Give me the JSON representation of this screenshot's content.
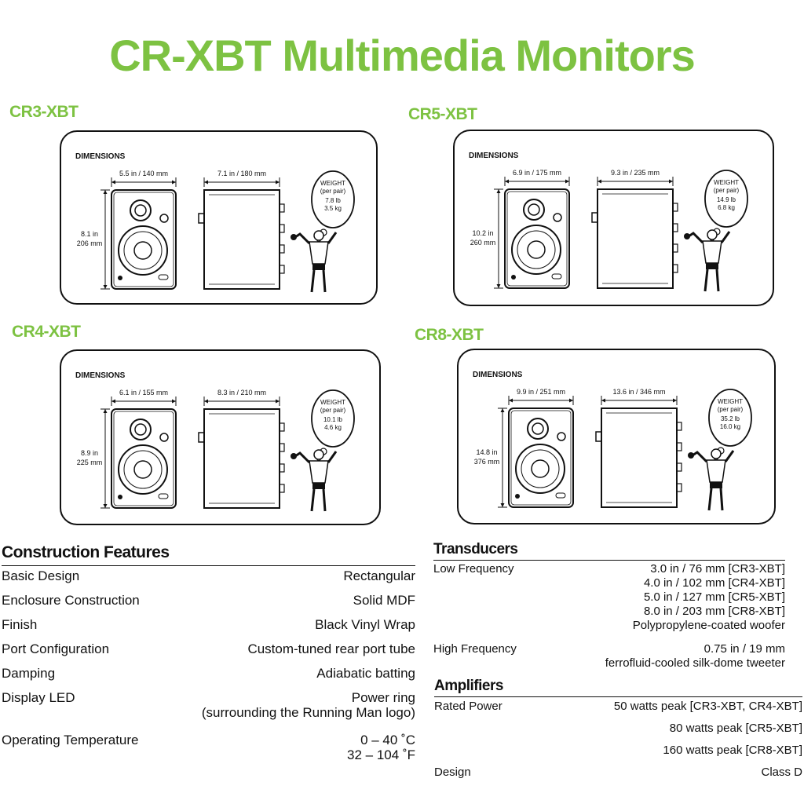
{
  "title": "CR-XBT Multimedia Monitors",
  "models": [
    {
      "label": "CR3-XBT",
      "dimensions_label": "DIMENSIONS",
      "width": "5.5 in / 140 mm",
      "depth": "7.1 in / 180 mm",
      "height_in": "8.1 in",
      "height_mm": "206 mm",
      "weight_title": "WEIGHT",
      "weight_sub": "(per pair)",
      "weight_lb": "7.8 lb",
      "weight_kg": "3.5 kg"
    },
    {
      "label": "CR5-XBT",
      "dimensions_label": "DIMENSIONS",
      "width": "6.9 in / 175 mm",
      "depth": "9.3 in / 235 mm",
      "height_in": "10.2 in",
      "height_mm": "260 mm",
      "weight_title": "WEIGHT",
      "weight_sub": "(per pair)",
      "weight_lb": "14.9 lb",
      "weight_kg": "6.8 kg"
    },
    {
      "label": "CR4-XBT",
      "dimensions_label": "DIMENSIONS",
      "width": "6.1 in / 155 mm",
      "depth": "8.3 in / 210 mm",
      "height_in": "8.9 in",
      "height_mm": "225 mm",
      "weight_title": "WEIGHT",
      "weight_sub": "(per pair)",
      "weight_lb": "10.1 lb",
      "weight_kg": "4.6 kg"
    },
    {
      "label": "CR8-XBT",
      "dimensions_label": "DIMENSIONS",
      "width": "9.9 in / 251 mm",
      "depth": "13.6 in / 346 mm",
      "height_in": "14.8 in",
      "height_mm": "376 mm",
      "weight_title": "WEIGHT",
      "weight_sub": "(per pair)",
      "weight_lb": "35.2 lb",
      "weight_kg": "16.0 kg"
    }
  ],
  "construction": {
    "title": "Construction Features",
    "rows": [
      {
        "key": "Basic Design",
        "value": [
          "Rectangular"
        ]
      },
      {
        "key": "Enclosure Construction",
        "value": [
          "Solid MDF"
        ]
      },
      {
        "key": "Finish",
        "value": [
          "Black Vinyl Wrap"
        ]
      },
      {
        "key": "Port Configuration",
        "value": [
          "Custom-tuned rear port tube"
        ]
      },
      {
        "key": "Damping",
        "value": [
          "Adiabatic batting"
        ]
      },
      {
        "key": "Display LED",
        "value": [
          "Power ring",
          "(surrounding the Running Man logo)"
        ]
      },
      {
        "key": "Operating Temperature",
        "value": [
          "0 – 40 ˚C",
          "32 – 104 ˚F"
        ]
      }
    ]
  },
  "transducers": {
    "title": "Transducers",
    "rows": [
      {
        "key": "Low Frequency",
        "value": [
          "3.0 in / 76 mm [CR3-XBT]",
          "4.0 in / 102 mm [CR4-XBT]",
          "5.0 in / 127 mm [CR5-XBT]",
          "8.0 in / 203 mm [CR8-XBT]",
          "Polypropylene-coated woofer"
        ]
      },
      {
        "key": "High Frequency",
        "value": [
          "0.75 in / 19 mm",
          "ferrofluid-cooled silk-dome tweeter"
        ]
      }
    ]
  },
  "amplifiers": {
    "title": "Amplifiers",
    "rows": [
      {
        "key": "Rated Power",
        "value": [
          "50 watts peak [CR3-XBT, CR4-XBT]"
        ]
      },
      {
        "key": "",
        "value": [
          "80 watts peak [CR5-XBT]"
        ]
      },
      {
        "key": "",
        "value": [
          "160 watts peak [CR8-XBT]"
        ]
      },
      {
        "key": "Design",
        "value": [
          "Class D"
        ]
      }
    ]
  }
}
